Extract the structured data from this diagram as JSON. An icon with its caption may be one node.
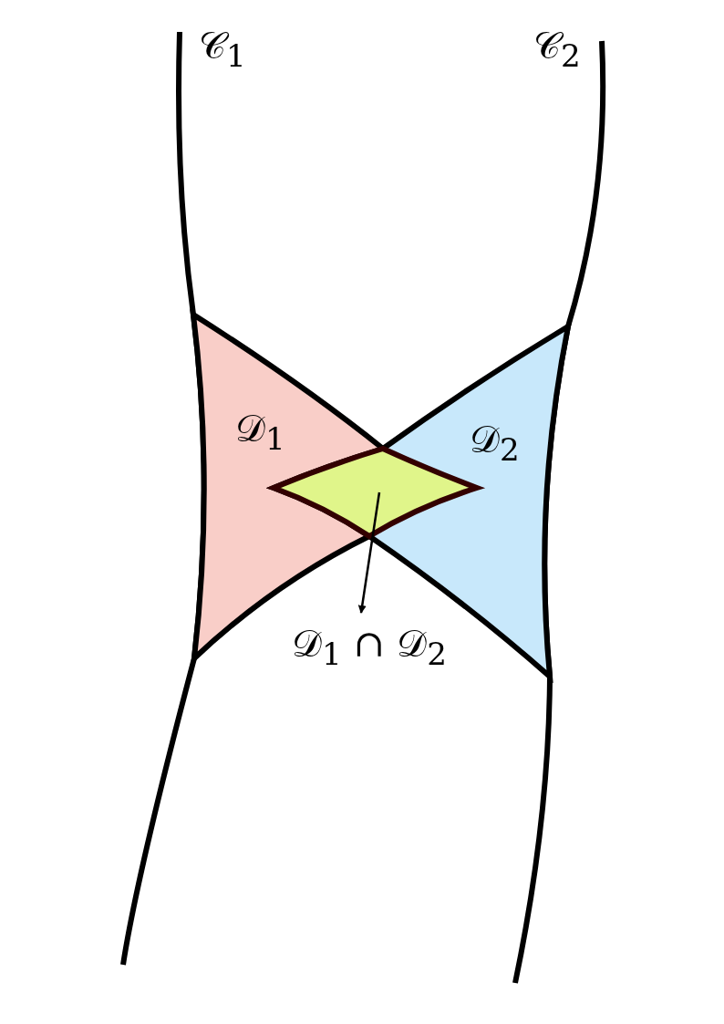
{
  "diagram": {
    "nodes": [
      {
        "text": [
          "𝒟$_{1}$"
        ]
      },
      {
        "text": [
          "𝒟$_{2}$"
        ]
      },
      {
        "text": [],
        "shape": "diamond"
      },
      {
        "text": [
          "𝒟$_{1}$ ∩ 𝒟$_{2}$"
        ]
      }
    ],
    "edges": [
      {
        "from": 2,
        "to": 3,
        "arrow": "to"
      }
    ],
    "labels": [
      "𝒞$_{1}$",
      "𝒞$_{2}$"
    ]
  }
}
